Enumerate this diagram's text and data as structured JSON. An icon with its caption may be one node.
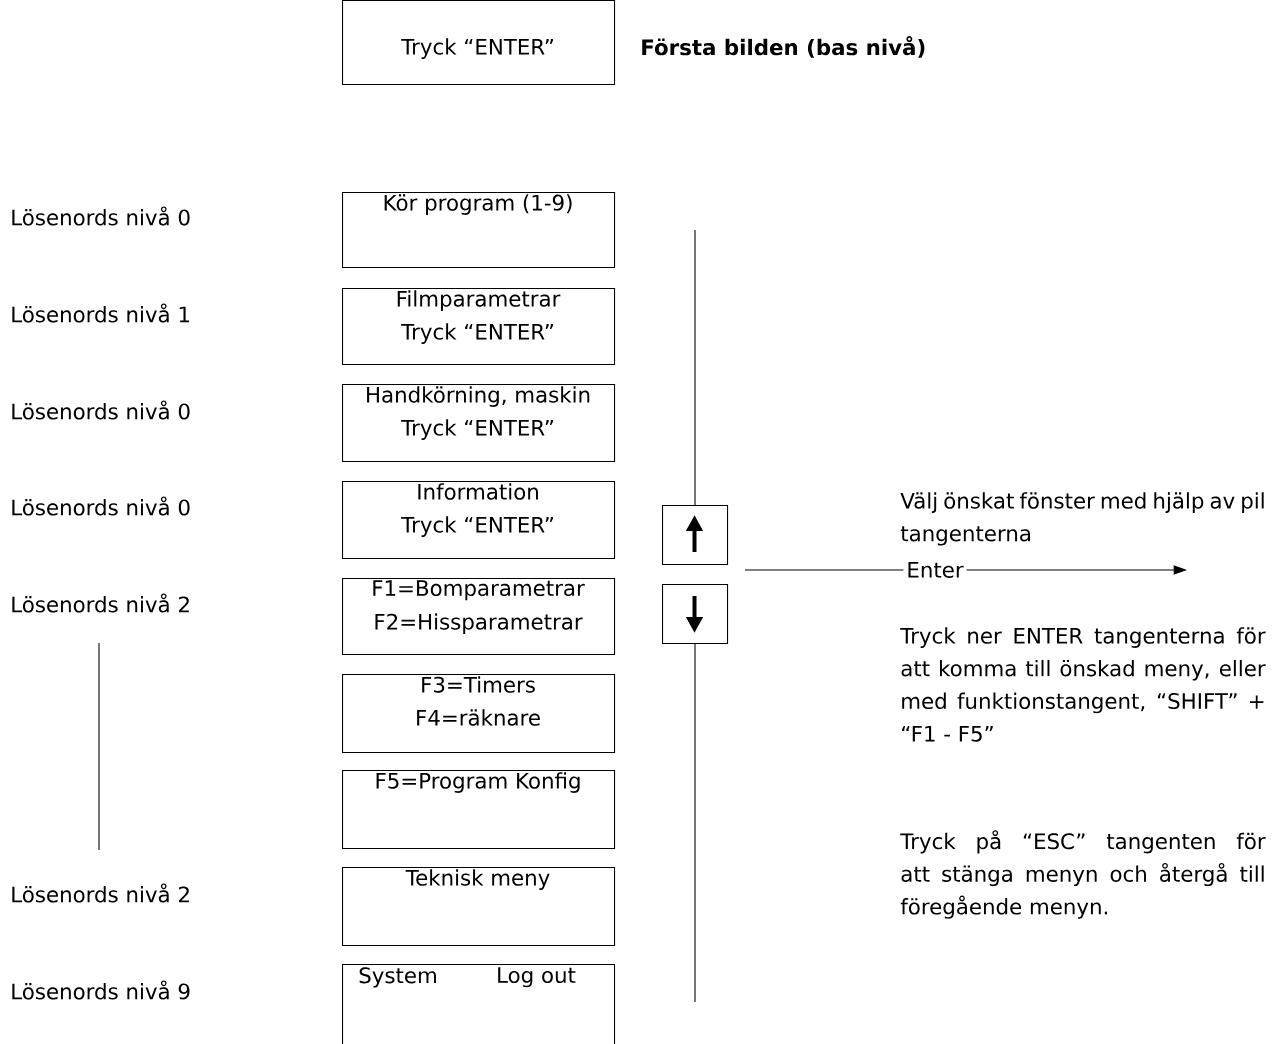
{
  "diagram": {
    "nodes": [
      {
        "text": [
          "Tryck “ENTER”"
        ],
        "beside": [
          "Första bilden (bas nivå)"
        ]
      },
      {
        "text": [
          "Kör program (1-9)"
        ]
      },
      {
        "text": [
          "Filmparametrar",
          "Tryck “ENTER”"
        ]
      },
      {
        "text": [
          "Handkörning, maskin",
          "Tryck “ENTER”"
        ]
      },
      {
        "text": [
          "Information",
          "Tryck “ENTER”"
        ]
      },
      {
        "text": [
          "F1=Bomparametrar",
          "F2=Hissparametrar"
        ]
      },
      {
        "text": [
          "F3=Timers",
          "F4=räknare"
        ]
      },
      {
        "text": [
          "F5=Program Konfig"
        ]
      },
      {
        "text": [
          "Teknisk meny"
        ]
      },
      {
        "text": [
          "System",
          "Log out"
        ]
      },
      {
        "text": [],
        "shape": "box"
      },
      {
        "text": [],
        "shape": "box"
      },
      {
        "text": [
          "Enter"
        ]
      }
    ],
    "edges": [
      {
        "from": null,
        "to": 12,
        "arrow": "none"
      },
      {
        "from": 12,
        "to": null,
        "arrow": "to"
      }
    ],
    "labels": [
      "Lösenords nivå 0",
      "Lösenords nivå 1",
      "Lösenords nivå 0",
      "Lösenords nivå 0",
      "Välj önskat fönster med hjälp av pil tangenterna",
      "Lösenords nivå 2",
      "Tryck ner ENTER tangenterna för att komma till önskad meny, eller med funktionstangent, “SHIFT” + “F1 - F5”",
      "Tryck på “ESC” tangenten för att stänga menyn och återgå till föregående menyn.",
      "Lösenords nivå 2",
      "Lösenords nivå 9"
    ]
  }
}
